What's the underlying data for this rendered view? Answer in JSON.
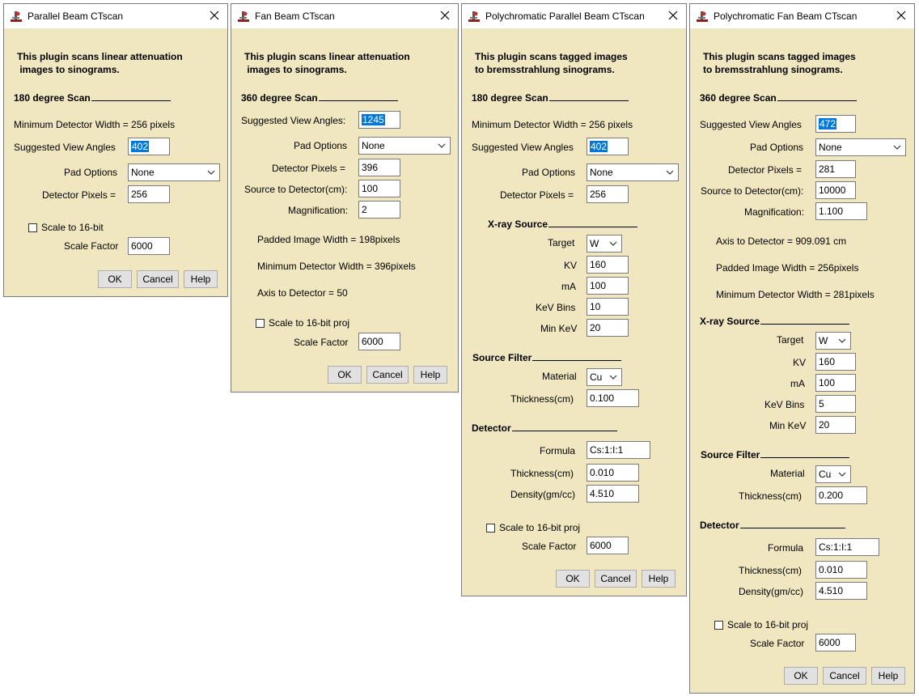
{
  "windows": [
    {
      "title": "Parallel Beam CTscan",
      "description": "This plugin scans linear attenuation\n images to sinograms.",
      "scan_header": "180 degree Scan",
      "min_detector_width": "Minimum Detector Width = 256 pixels",
      "view_angles_label": "Suggested View Angles",
      "view_angles_value": "402",
      "pad_label": "Pad Options",
      "pad_value": "None",
      "detector_pixels_label": "Detector Pixels =",
      "detector_pixels_value": "256",
      "scale_label": "Scale to 16-bit",
      "scale_factor_label": "Scale Factor",
      "scale_factor_value": "6000",
      "ok": "OK",
      "cancel": "Cancel",
      "help": "Help"
    },
    {
      "title": "Fan Beam CTscan",
      "description": "This plugin scans linear attenuation\n images to sinograms.",
      "scan_header": "360 degree Scan",
      "view_angles_label": "Suggested View Angles:",
      "view_angles_value": "1245",
      "pad_label": "Pad Options",
      "pad_value": "None",
      "detector_pixels_label": "Detector Pixels =",
      "detector_pixels_value": "396",
      "source_detector_label": "Source to Detector(cm):",
      "source_detector_value": "100",
      "magnification_label": "Magnification:",
      "magnification_value": "2",
      "padded_width": "Padded Image Width = 198pixels",
      "min_detector_width": "Minimum Detector Width = 396pixels",
      "axis_detector": "Axis to Detector = 50",
      "scale_label": "Scale to 16-bit proj",
      "scale_factor_label": "Scale Factor",
      "scale_factor_value": "6000",
      "ok": "OK",
      "cancel": "Cancel",
      "help": "Help"
    },
    {
      "title": "Polychromatic Parallel Beam CTscan",
      "description": "This plugin scans tagged images\nto bremsstrahlung sinograms.",
      "scan_header": "180 degree Scan",
      "min_detector_width": "Minimum Detector Width = 256 pixels",
      "view_angles_label": "Suggested View Angles",
      "view_angles_value": "402",
      "pad_label": "Pad Options",
      "pad_value": "None",
      "detector_pixels_label": "Detector Pixels =",
      "detector_pixels_value": "256",
      "xray_header": "X-ray Source",
      "target_label": "Target",
      "target_value": "W",
      "kv_label": "KV",
      "kv_value": "160",
      "ma_label": "mA",
      "ma_value": "100",
      "kevbins_label": "KeV Bins",
      "kevbins_value": "10",
      "minkev_label": "Min KeV",
      "minkev_value": "20",
      "filter_header": "Source Filter",
      "material_label": "Material",
      "material_value": "Cu",
      "filter_thickness_label": "Thickness(cm)",
      "filter_thickness_value": "0.100",
      "detector_header": "Detector",
      "formula_label": "Formula",
      "formula_value": "Cs:1:I:1",
      "det_thickness_label": "Thickness(cm)",
      "det_thickness_value": "0.010",
      "density_label": "Density(gm/cc)",
      "density_value": "4.510",
      "scale_label": "Scale to 16-bit proj",
      "scale_factor_label": "Scale Factor",
      "scale_factor_value": "6000",
      "ok": "OK",
      "cancel": "Cancel",
      "help": "Help"
    },
    {
      "title": "Polychromatic Fan Beam CTscan",
      "description": "This plugin scans tagged images\nto bremsstrahlung sinograms.",
      "scan_header": "360 degree Scan",
      "view_angles_label": "Suggested View Angles",
      "view_angles_value": "472",
      "pad_label": "Pad Options",
      "pad_value": "None",
      "detector_pixels_label": "Detector Pixels =",
      "detector_pixels_value": "281",
      "source_detector_label": "Source to Detector(cm):",
      "source_detector_value": "10000",
      "magnification_label": "Magnification:",
      "magnification_value": "1.100",
      "axis_detector": "Axis to Detector = 909.091 cm",
      "padded_width": "Padded Image Width = 256pixels",
      "min_detector_width": "Minimum Detector Width = 281pixels",
      "xray_header": "X-ray Source",
      "target_label": "Target",
      "target_value": "W",
      "kv_label": "KV",
      "kv_value": "160",
      "ma_label": "mA",
      "ma_value": "100",
      "kevbins_label": "KeV Bins",
      "kevbins_value": "5",
      "minkev_label": "Min KeV",
      "minkev_value": "20",
      "filter_header": "Source Filter",
      "material_label": "Material",
      "material_value": "Cu",
      "filter_thickness_label": "Thickness(cm)",
      "filter_thickness_value": "0.200",
      "detector_header": "Detector",
      "formula_label": "Formula",
      "formula_value": "Cs:1:I:1",
      "det_thickness_label": "Thickness(cm)",
      "det_thickness_value": "0.010",
      "density_label": "Density(gm/cc)",
      "density_value": "4.510",
      "scale_label": "Scale to 16-bit proj",
      "scale_factor_label": "Scale Factor",
      "scale_factor_value": "6000",
      "ok": "OK",
      "cancel": "Cancel",
      "help": "Help"
    }
  ],
  "icons": {
    "app": "imagej-microscope-icon",
    "close": "close-icon",
    "dropdown": "chevron-down-icon"
  },
  "colors": {
    "panel": "#f0e6c0",
    "selection": "#0078d7",
    "titlebar": "#ffffff"
  }
}
